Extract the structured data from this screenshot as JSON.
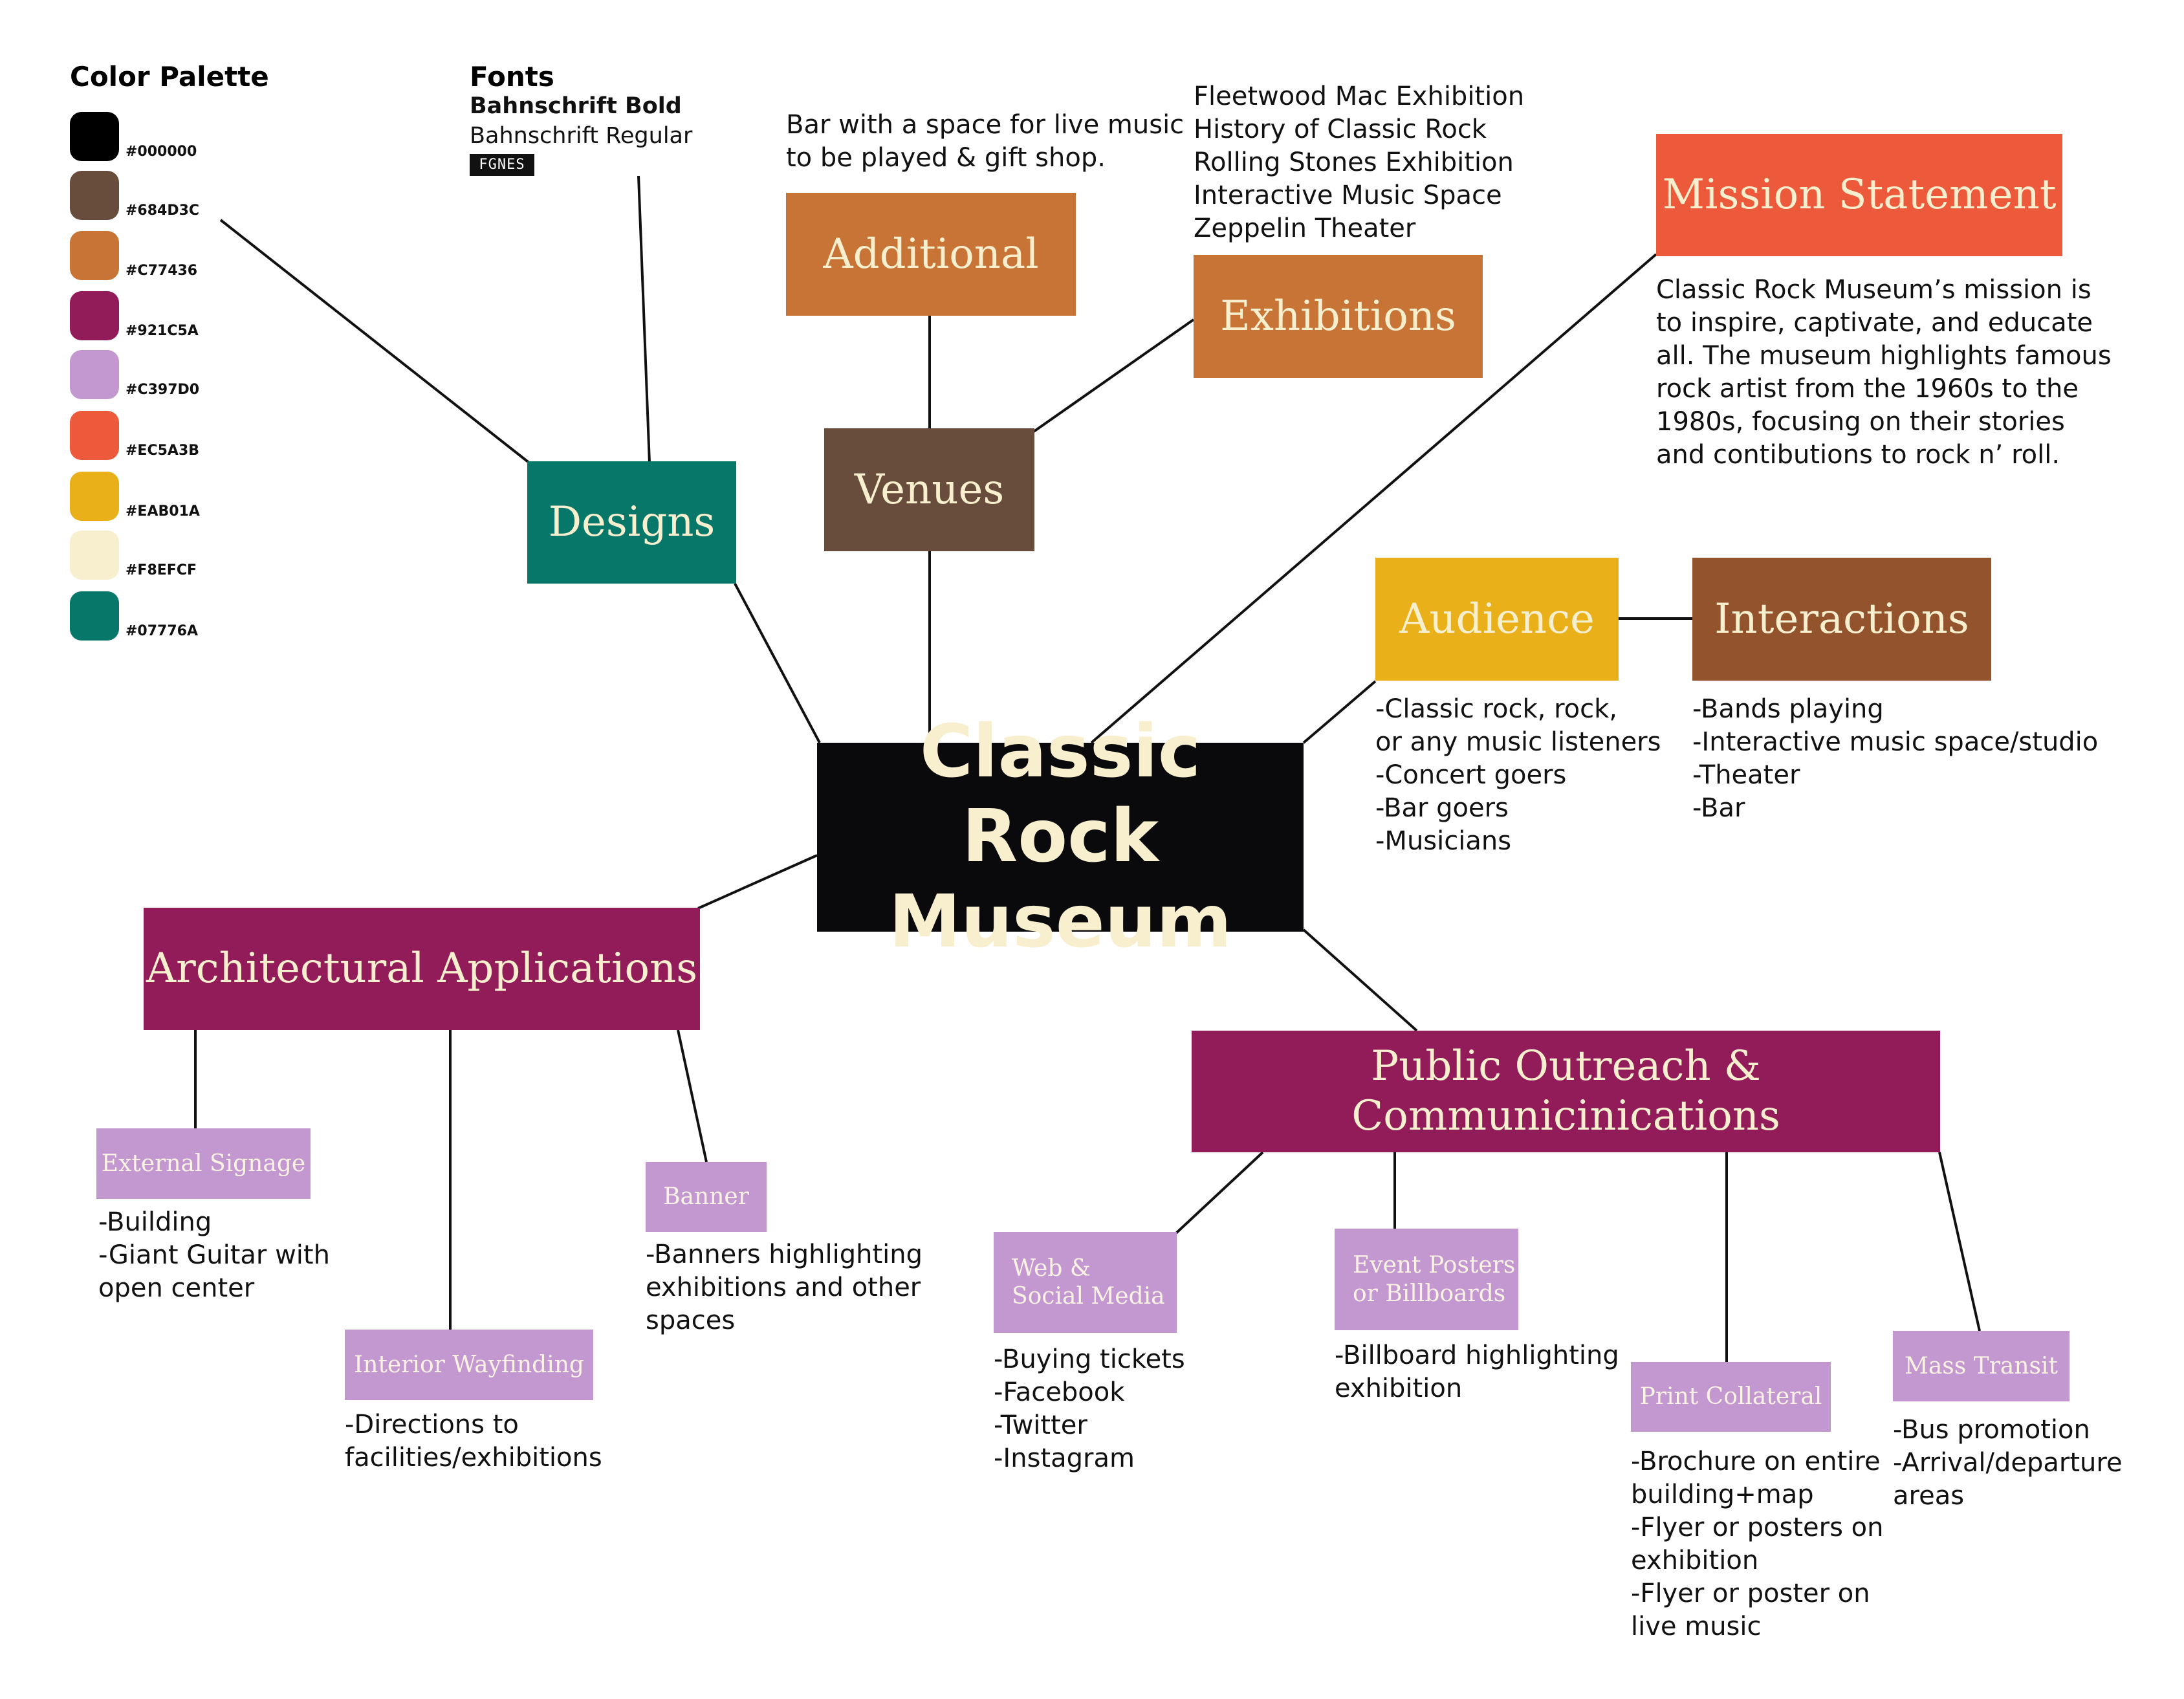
{
  "palette": {
    "title": "Color Palette",
    "swatches": [
      {
        "color": "#000000",
        "label": "#000000"
      },
      {
        "color": "#684D3C",
        "label": "#684D3C"
      },
      {
        "color": "#C77436",
        "label": "#C77436"
      },
      {
        "color": "#921C5A",
        "label": "#921C5A"
      },
      {
        "color": "#C397D0",
        "label": "#C397D0"
      },
      {
        "color": "#EC5A3B",
        "label": "#EC5A3B"
      },
      {
        "color": "#EAB01A",
        "label": "#EAB01A"
      },
      {
        "color": "#F8EFCF",
        "label": "#F8EFCF"
      },
      {
        "color": "#07776A",
        "label": "#07776A"
      }
    ]
  },
  "fonts": {
    "title": "Fonts",
    "bold": "Bahnschrift Bold",
    "regular": "Bahnschrift Regular",
    "sample": "FGNES"
  },
  "center": {
    "line1": "Classic Rock",
    "line2": "Museum"
  },
  "designs": {
    "label": "Designs"
  },
  "venues": {
    "label": "Venues"
  },
  "additional": {
    "label": "Additional",
    "note": "Bar with a space for live music\nto be played & gift shop."
  },
  "exhibitions": {
    "label": "Exhibitions",
    "list": "Fleetwood Mac Exhibition\nHistory of Classic Rock\nRolling Stones Exhibition\nInteractive Music Space\nZeppelin Theater"
  },
  "mission": {
    "label": "Mission Statement",
    "text": "Classic Rock Museum’s mission is\nto inspire, captivate, and educate\nall. The museum highlights famous\nrock artist from the 1960s to the\n1980s, focusing on their stories\nand contibutions to rock n’ roll."
  },
  "audience": {
    "label": "Audience",
    "text": "-Classic rock, rock,\nor any music listeners\n-Concert goers\n-Bar goers\n-Musicians"
  },
  "interactions": {
    "label": "Interactions",
    "text": "-Bands playing\n-Interactive music space/studio\n-Theater\n-Bar"
  },
  "architectural": {
    "label": "Architectural Applications",
    "external": {
      "label": "External Signage",
      "text": "-Building\n-Giant Guitar with\nopen center"
    },
    "interior": {
      "label": "Interior Wayfinding",
      "text": "-Directions to\nfacilities/exhibitions"
    },
    "banner": {
      "label": "Banner",
      "text": "-Banners highlighting\nexhibitions and other\nspaces"
    }
  },
  "outreach": {
    "label": "Public Outreach & Communicinications",
    "web": {
      "label": "Web &\nSocial Media",
      "text": "-Buying tickets\n-Facebook\n-Twitter\n-Instagram"
    },
    "event": {
      "label": "Event Posters\nor Billboards",
      "text": "-Billboard highlighting\nexhibition"
    },
    "print": {
      "label": "Print Collateral",
      "text": "-Brochure on entire\nbuilding+map\n-Flyer or posters on\nexhibition\n-Flyer or poster on\nlive music"
    },
    "transit": {
      "label": "Mass Transit",
      "text": "-Bus promotion\n-Arrival/departure\nareas"
    }
  }
}
